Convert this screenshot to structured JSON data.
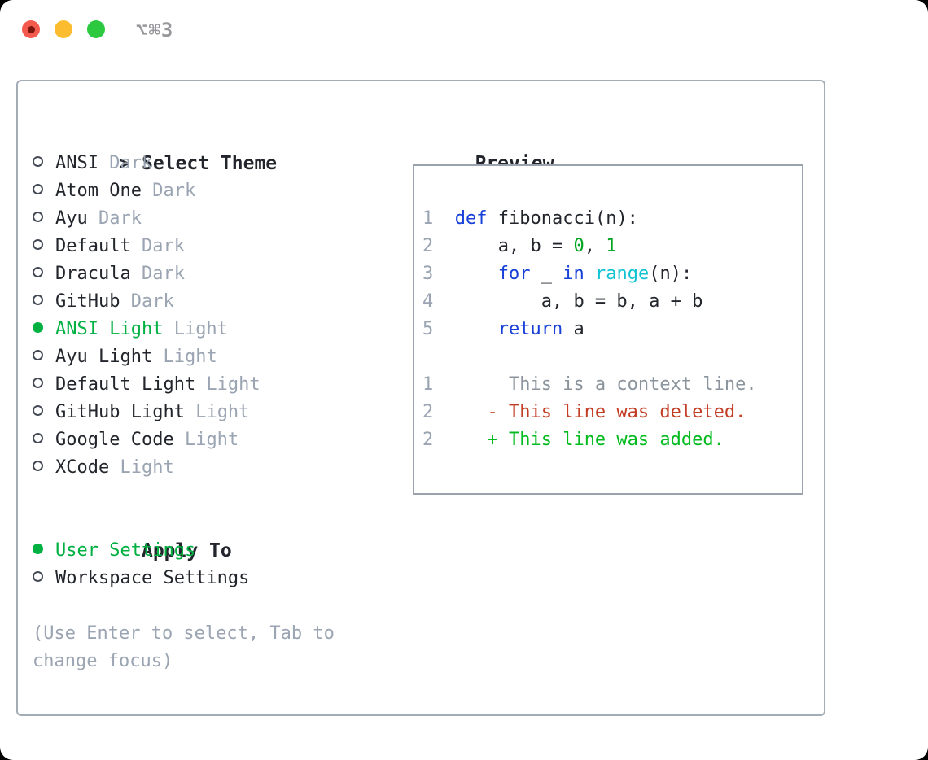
{
  "window": {
    "title": "⌥⌘3"
  },
  "titlebar": {
    "buttons": [
      {
        "name": "close",
        "color": "#f35a4d",
        "dot_color": "#7c150d",
        "has_dot": true
      },
      {
        "name": "minimize",
        "color": "#fcbc2f",
        "has_dot": false
      },
      {
        "name": "zoom",
        "color": "#2bc840",
        "has_dot": false
      }
    ],
    "title_color": "#97979c"
  },
  "theme_panel": {
    "header_prefix": ">",
    "header": "Select Theme",
    "themes": [
      {
        "name": "ANSI",
        "variant": "Dark",
        "selected": false
      },
      {
        "name": "Atom One",
        "variant": "Dark",
        "selected": false
      },
      {
        "name": "Ayu",
        "variant": "Dark",
        "selected": false
      },
      {
        "name": "Default",
        "variant": "Dark",
        "selected": false
      },
      {
        "name": "Dracula",
        "variant": "Dark",
        "selected": false
      },
      {
        "name": "GitHub",
        "variant": "Dark",
        "selected": false
      },
      {
        "name": "ANSI Light",
        "variant": "Light",
        "selected": true
      },
      {
        "name": "Ayu Light",
        "variant": "Light",
        "selected": false
      },
      {
        "name": "Default Light",
        "variant": "Light",
        "selected": false
      },
      {
        "name": "GitHub Light",
        "variant": "Light",
        "selected": false
      },
      {
        "name": "Google Code",
        "variant": "Light",
        "selected": false
      },
      {
        "name": "XCode",
        "variant": "Light",
        "selected": false
      }
    ],
    "apply_to": {
      "header": "Apply To",
      "options": [
        {
          "label": "User Settings",
          "selected": true
        },
        {
          "label": "Workspace Settings",
          "selected": false
        }
      ]
    },
    "hint_lines": [
      "(Use Enter to select, Tab to",
      "change focus)"
    ]
  },
  "preview": {
    "header": "Preview",
    "lines": [
      {
        "segments": [
          {
            "text": "1  ",
            "style": "ln"
          },
          {
            "text": "def",
            "style": "kw"
          },
          {
            "text": " fibonacci(n):",
            "style": "code"
          }
        ]
      },
      {
        "segments": [
          {
            "text": "2  ",
            "style": "ln"
          },
          {
            "text": "    a, b = ",
            "style": "code"
          },
          {
            "text": "0",
            "style": "num"
          },
          {
            "text": ", ",
            "style": "code"
          },
          {
            "text": "1",
            "style": "num"
          }
        ]
      },
      {
        "segments": [
          {
            "text": "3  ",
            "style": "ln"
          },
          {
            "text": "    ",
            "style": "code"
          },
          {
            "text": "for",
            "style": "kw"
          },
          {
            "text": " _ ",
            "style": "code"
          },
          {
            "text": "in",
            "style": "kw"
          },
          {
            "text": " ",
            "style": "code"
          },
          {
            "text": "range",
            "style": "builtin"
          },
          {
            "text": "(n):",
            "style": "code"
          }
        ]
      },
      {
        "segments": [
          {
            "text": "4  ",
            "style": "ln"
          },
          {
            "text": "        a, b = b, a + b",
            "style": "code"
          }
        ]
      },
      {
        "segments": [
          {
            "text": "5  ",
            "style": "ln"
          },
          {
            "text": "    ",
            "style": "code"
          },
          {
            "text": "return",
            "style": "kw"
          },
          {
            "text": " a",
            "style": "code"
          }
        ]
      },
      {
        "segments": []
      },
      {
        "segments": [
          {
            "text": "1  ",
            "style": "ln"
          },
          {
            "text": "     This is a context line.",
            "style": "ctx"
          }
        ]
      },
      {
        "segments": [
          {
            "text": "2  ",
            "style": "ln"
          },
          {
            "text": "   - This line was deleted.",
            "style": "del"
          }
        ]
      },
      {
        "segments": [
          {
            "text": "2  ",
            "style": "ln"
          },
          {
            "text": "   + This line was added.",
            "style": "add"
          }
        ]
      }
    ]
  },
  "colors": {
    "text_primary": "#22262c",
    "text_muted": "#9aa4b2",
    "selection_green": "#00b142",
    "keyword_blue": "#1640d8",
    "builtin_cyan": "#10c3d2",
    "literal_green": "#00a41f",
    "added_green": "#00ba1e",
    "deleted_red": "#c33d24",
    "context_gray": "#8b949c",
    "panel_border": "#a4acb6",
    "preview_border": "#9aa3ad"
  }
}
